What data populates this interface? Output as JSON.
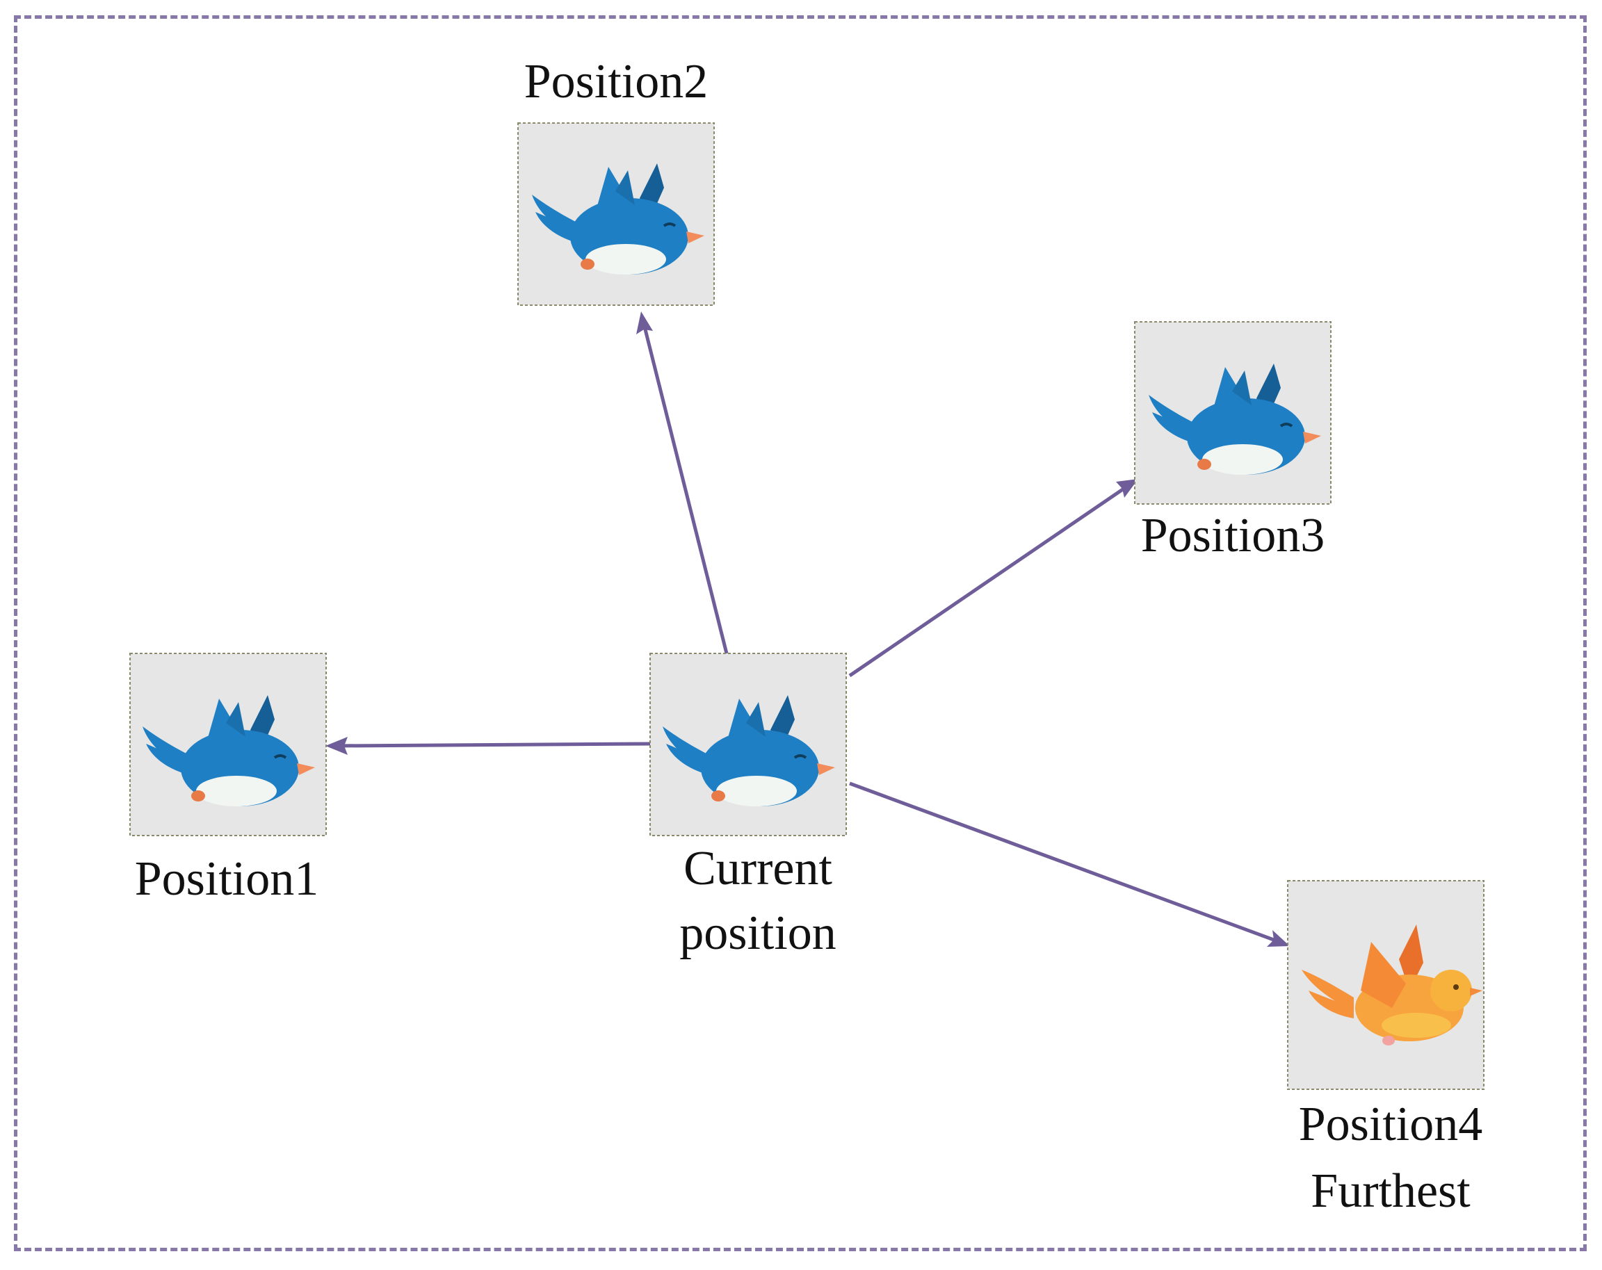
{
  "colors": {
    "frame": "#8878a8",
    "arrow": "#6f5d99",
    "node_bg": "#e6e6e6",
    "node_border": "#8a8a6a",
    "bird_blue": "#1f7fc4",
    "bird_blue_dark": "#155f96",
    "bird_orange": "#f5923a",
    "bird_orange_dark": "#e8702a",
    "beak": "#f28c5a",
    "belly": "#f2f6f2"
  },
  "nodes": [
    {
      "id": "current",
      "icon": "blue-bird-icon",
      "label_lines": [
        "Current",
        "position"
      ]
    },
    {
      "id": "position1",
      "icon": "blue-bird-icon",
      "label_lines": [
        "Position1"
      ]
    },
    {
      "id": "position2",
      "icon": "blue-bird-icon",
      "label_lines": [
        "Position2"
      ]
    },
    {
      "id": "position3",
      "icon": "blue-bird-icon",
      "label_lines": [
        "Position3"
      ]
    },
    {
      "id": "position4",
      "icon": "orange-bird-icon",
      "label_lines": [
        "Position4",
        "Furthest"
      ]
    }
  ],
  "edges": [
    {
      "from": "current",
      "to": "position1"
    },
    {
      "from": "current",
      "to": "position2"
    },
    {
      "from": "current",
      "to": "position3"
    },
    {
      "from": "current",
      "to": "position4"
    }
  ]
}
